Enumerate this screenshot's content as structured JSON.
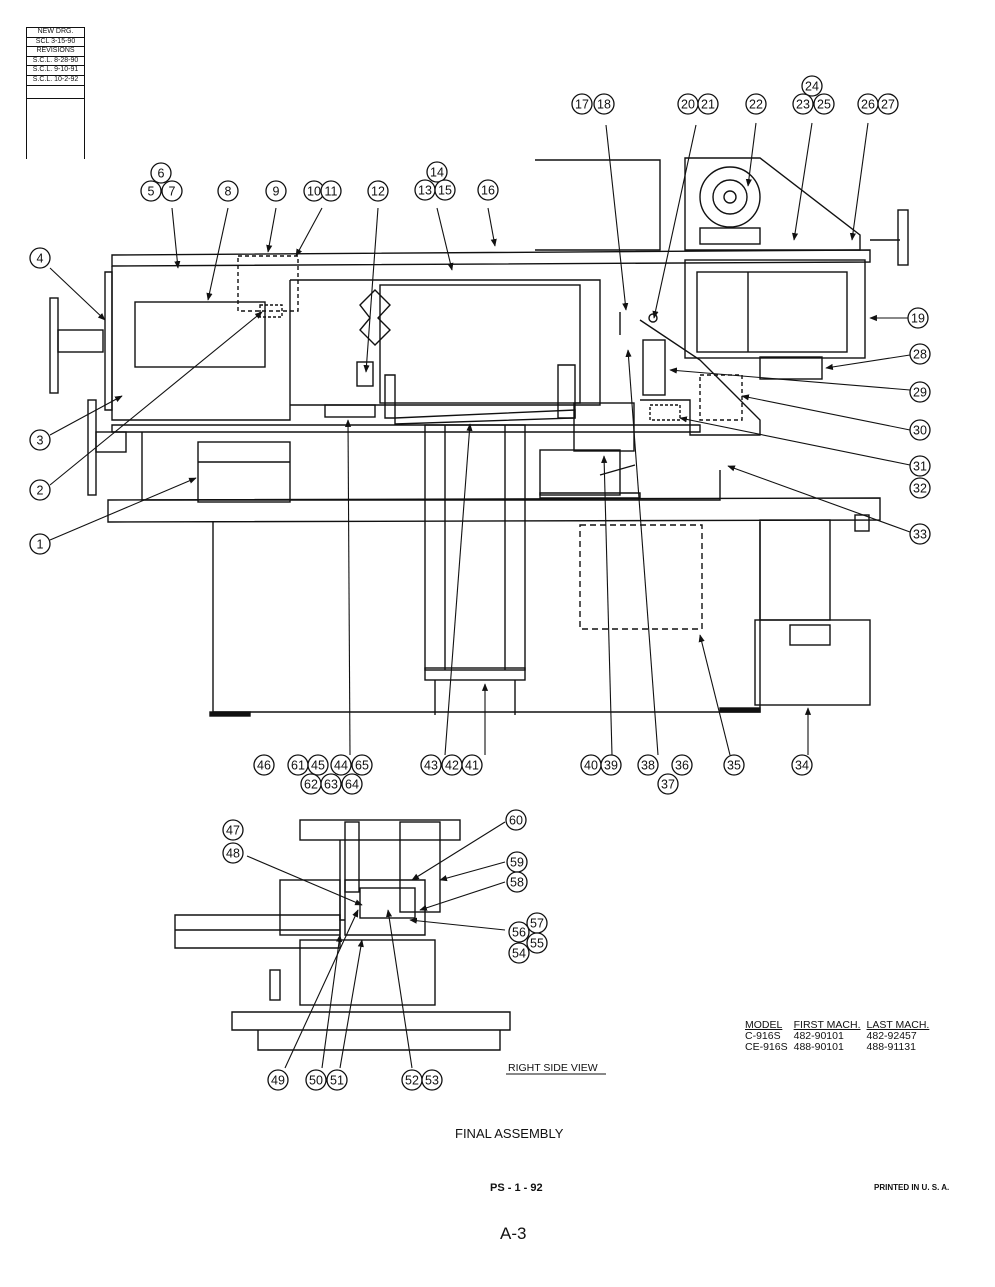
{
  "revision_block": {
    "new_drg_label": "NEW DRG.",
    "new_drg_date": "SCL 3-15-90",
    "revisions_label": "REVISIONS",
    "revisions": [
      "S.C.L. 8-28-90",
      "S.C.L. 9-10-91",
      "S.C.L. 10-2-92"
    ]
  },
  "callouts": [
    {
      "label": "6"
    },
    {
      "label": "5"
    },
    {
      "label": "7"
    },
    {
      "label": "8"
    },
    {
      "label": "9"
    },
    {
      "label": "10"
    },
    {
      "label": "11"
    },
    {
      "label": "12"
    },
    {
      "label": "14"
    },
    {
      "label": "13"
    },
    {
      "label": "15"
    },
    {
      "label": "16"
    },
    {
      "label": "17"
    },
    {
      "label": "18"
    },
    {
      "label": "20"
    },
    {
      "label": "21"
    },
    {
      "label": "22"
    },
    {
      "label": "24"
    },
    {
      "label": "23"
    },
    {
      "label": "25"
    },
    {
      "label": "26"
    },
    {
      "label": "27"
    },
    {
      "label": "4"
    },
    {
      "label": "19"
    },
    {
      "label": "28"
    },
    {
      "label": "29"
    },
    {
      "label": "30"
    },
    {
      "label": "31"
    },
    {
      "label": "32"
    },
    {
      "label": "33"
    },
    {
      "label": "3"
    },
    {
      "label": "2"
    },
    {
      "label": "1"
    },
    {
      "label": "46"
    },
    {
      "label": "61"
    },
    {
      "label": "45"
    },
    {
      "label": "44"
    },
    {
      "label": "65"
    },
    {
      "label": "62"
    },
    {
      "label": "63"
    },
    {
      "label": "64"
    },
    {
      "label": "43"
    },
    {
      "label": "42"
    },
    {
      "label": "41"
    },
    {
      "label": "40"
    },
    {
      "label": "39"
    },
    {
      "label": "38"
    },
    {
      "label": "36"
    },
    {
      "label": "37"
    },
    {
      "label": "35"
    },
    {
      "label": "34"
    },
    {
      "label": "47"
    },
    {
      "label": "48"
    },
    {
      "label": "60"
    },
    {
      "label": "59"
    },
    {
      "label": "58"
    },
    {
      "label": "57"
    },
    {
      "label": "56"
    },
    {
      "label": "55"
    },
    {
      "label": "54"
    },
    {
      "label": "49"
    },
    {
      "label": "50"
    },
    {
      "label": "51"
    },
    {
      "label": "52"
    },
    {
      "label": "53"
    }
  ],
  "view_label": "RIGHT SIDE VIEW",
  "model_table": {
    "headers": [
      "MODEL",
      "FIRST MACH.",
      "LAST MACH."
    ],
    "rows": [
      [
        "C-916S",
        "482-90101",
        "482-92457"
      ],
      [
        "CE-916S",
        "488-90101",
        "488-91131"
      ]
    ]
  },
  "title": "FINAL ASSEMBLY",
  "doc_number": "PS - 1 - 92",
  "printed": "PRINTED IN U. S. A.",
  "page_number": "A-3"
}
